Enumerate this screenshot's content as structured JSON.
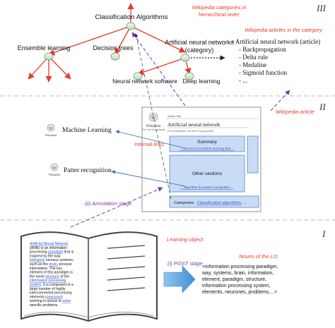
{
  "stages": {
    "s3": "III",
    "s2": "II",
    "s1": "I"
  },
  "annotations": {
    "wiki_categories": [
      "Wikipedia categories in",
      "hierarchical order"
    ],
    "wiki_articles_in_category": "Wikipedia articles in the category",
    "wiki_article": "Wikipedia article",
    "internal_links": "Internal links",
    "annotation_stage": "(ii) Annotation stage",
    "learning_object": "Learning object",
    "post_stage": "(i) POST stage",
    "nouns_of_lo": "Nouns of the LO"
  },
  "tree": {
    "root": "Classification Algorithms",
    "ensemble": "Ensemble learning",
    "decision": "Decision trees",
    "ann": [
      "Artificial neural networks",
      "(category)"
    ],
    "nn_software": "Neural network software",
    "deep": "Deep learning"
  },
  "article_list": [
    "• Artificial neural network (article)",
    "- Backpropagation",
    "- Delta rule",
    "- Medaline",
    "- Sigmoid function",
    "- ..."
  ],
  "wiki_page": {
    "logo_text": "Wikipedia",
    "logo_sub": "The Free Encyclopedia",
    "tabs": "Article   Talk",
    "title": "Artificial neural network",
    "subtitle": "From Wikipedia, the free encyclopedia",
    "summary_label": "Summary",
    "summary_link": "... process in machine learning that ...",
    "other_sections_label": "Other sections",
    "other_link": "... algorithm for pattern recognition ...",
    "categories_prefix": "Categories:",
    "categories_link": "Classification algorithms",
    "categories_suffix": ", ..."
  },
  "linked_pages": [
    {
      "logo": "Wikipedia",
      "label": "Machine Learning"
    },
    {
      "logo": "Wikipedia",
      "label": "Patter recognition"
    }
  ],
  "book": {
    "lines": [
      {
        "link": "Artificial Neural Network",
        "text": ""
      },
      {
        "link": "",
        "text": "(ANN) is an information"
      },
      {
        "link": "paradigm",
        "text": "processing ",
        "after": " that is"
      },
      {
        "link": "",
        "text": "inspired by the way"
      },
      {
        "link": "biological",
        "text": "",
        "after": " nervous systems,"
      },
      {
        "link": "brain",
        "text": "such as the ",
        "after": ", process"
      },
      {
        "link": "",
        "text": "information. The key"
      },
      {
        "link": "",
        "text": "element of this paradigm is"
      },
      {
        "link": "structure",
        "text": "the novel ",
        "after": " of the"
      },
      {
        "link": "information processing",
        "text": ""
      },
      {
        "link": "system",
        "text": "",
        "after": ". It is composed of a"
      },
      {
        "link": "",
        "text": "large number of highly"
      },
      {
        "link": "",
        "text": "interconnected processing"
      },
      {
        "link": "neurones",
        "text": "elements (",
        "after": ")"
      },
      {
        "link": "solve",
        "text": "working in unison to "
      },
      {
        "link": "",
        "text": "specific problems."
      }
    ]
  },
  "nouns": [
    "<information processing paradigm,",
    "way, systems, brain, information,",
    "element, paradigm, structure,",
    "information processing system,",
    "elements, neurones, problems,...>"
  ],
  "colors": {
    "annotation_red": "#e8392b",
    "annotation_purple": "#7a3aa8",
    "arrow_blue": "#4f9bd9",
    "box_blue": "#c9dcf5",
    "box_border": "#5a86c5",
    "link_blue": "#2a54c8",
    "separator": "#b8b8b8",
    "node_fill": "#d8f0d8"
  }
}
